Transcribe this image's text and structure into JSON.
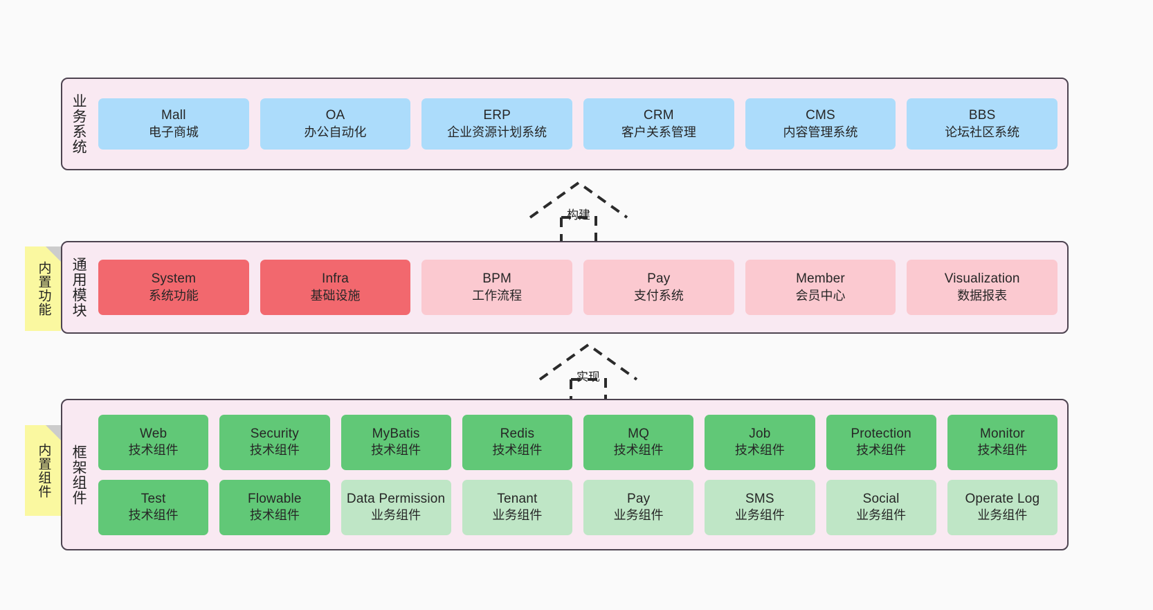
{
  "diagram": {
    "title_hidden": "",
    "colors": {
      "canvas_bg": "#FAFAFA",
      "layer_bg": "#F9E9F2",
      "layer_border": "#4D4350",
      "blue": "#ACDCFB",
      "red": "#F2686E",
      "pink": "#FBC9D0",
      "green": "#61C877",
      "green_pale": "#BFE6C6",
      "note_yellow": "#FAF8A0",
      "note_fold": "#CCCCCC"
    }
  },
  "layers": {
    "business": {
      "label": "业务系统",
      "cards": [
        {
          "en": "Mall",
          "cn": "电子商城"
        },
        {
          "en": "OA",
          "cn": "办公自动化"
        },
        {
          "en": "ERP",
          "cn": "企业资源计划系统"
        },
        {
          "en": "CRM",
          "cn": "客户关系管理"
        },
        {
          "en": "CMS",
          "cn": "内容管理系统"
        },
        {
          "en": "BBS",
          "cn": "论坛社区系统"
        }
      ]
    },
    "common": {
      "label": "通用模块",
      "note": "内置功能",
      "cards": [
        {
          "en": "System",
          "cn": "系统功能"
        },
        {
          "en": "Infra",
          "cn": "基础设施"
        },
        {
          "en": "BPM",
          "cn": "工作流程"
        },
        {
          "en": "Pay",
          "cn": "支付系统"
        },
        {
          "en": "Member",
          "cn": "会员中心"
        },
        {
          "en": "Visualization",
          "cn": "数据报表"
        }
      ]
    },
    "framework": {
      "label": "框架组件",
      "note": "内置组件",
      "row1": [
        {
          "en": "Web",
          "cn": "技术组件"
        },
        {
          "en": "Security",
          "cn": "技术组件"
        },
        {
          "en": "MyBatis",
          "cn": "技术组件"
        },
        {
          "en": "Redis",
          "cn": "技术组件"
        },
        {
          "en": "MQ",
          "cn": "技术组件"
        },
        {
          "en": "Job",
          "cn": "技术组件"
        },
        {
          "en": "Protection",
          "cn": "技术组件"
        },
        {
          "en": "Monitor",
          "cn": "技术组件"
        }
      ],
      "row2": [
        {
          "en": "Test",
          "cn": "技术组件"
        },
        {
          "en": "Flowable",
          "cn": "技术组件"
        },
        {
          "en": "Data Permission",
          "cn": "业务组件"
        },
        {
          "en": "Tenant",
          "cn": "业务组件"
        },
        {
          "en": "Pay",
          "cn": "业务组件"
        },
        {
          "en": "SMS",
          "cn": "业务组件"
        },
        {
          "en": "Social",
          "cn": "业务组件"
        },
        {
          "en": "Operate Log",
          "cn": "业务组件"
        }
      ]
    }
  },
  "connectors": {
    "build": {
      "label": "构建"
    },
    "implement": {
      "label": "实现"
    }
  }
}
